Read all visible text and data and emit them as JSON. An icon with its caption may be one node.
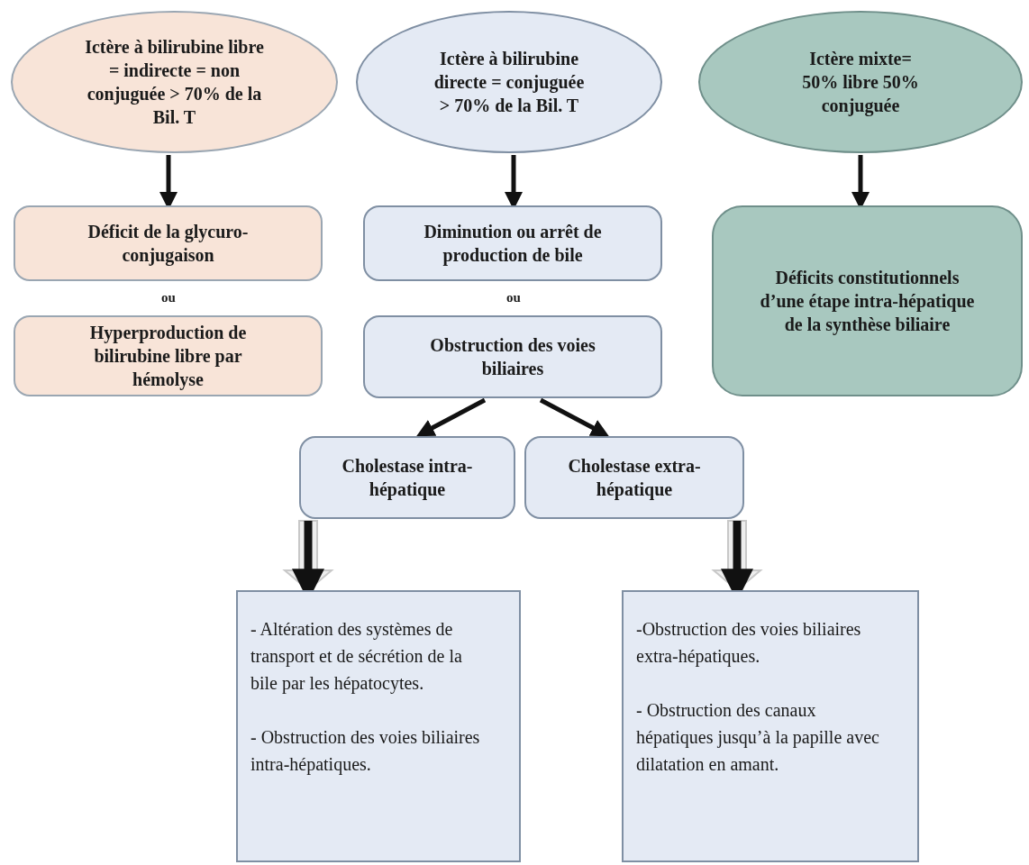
{
  "diagram": {
    "nodes": [
      {
        "text": [
          "Ictère à bilirubine libre = indirecte = non conjuguée > 70% de la Bil. T"
        ]
      },
      {
        "text": [
          "Ictère à bilirubine directe = conjuguée > 70% de la Bil. T"
        ]
      },
      {
        "text": [
          "Ictère mixte= 50% libre 50% conjuguée"
        ]
      },
      {
        "text": [
          "Déficit de la glycuro-conjugaison"
        ]
      },
      {
        "text": [
          "Hyperproduction de bilirubine libre par hémolyse"
        ]
      },
      {
        "text": [
          "Diminution ou arrêt de production de bile"
        ]
      },
      {
        "text": [
          "Obstruction des voies biliaires"
        ]
      },
      {
        "text": [
          "Déficits constitutionnels d’une étape intra-hépatique de la synthèse biliaire"
        ]
      },
      {
        "text": [
          "Cholestase intra-hépatique"
        ]
      },
      {
        "text": [
          "Cholestase extra-hépatique"
        ]
      },
      {
        "text": [
          "- Altération des systèmes de transport et de sécrétion de la bile par les hépatocytes.",
          "- Obstruction des voies biliaires intra-hépatiques."
        ]
      },
      {
        "text": [
          "-Obstruction des voies biliaires extra-hépatiques.",
          "- Obstruction des canaux hépatiques jusqu’à la papille avec dilatation en amant."
        ]
      }
    ],
    "edges": [
      {
        "from": 0,
        "to": 3,
        "arrow": "to"
      },
      {
        "from": 1,
        "to": 5,
        "arrow": "to"
      },
      {
        "from": 2,
        "to": 7,
        "arrow": "to"
      },
      {
        "from": 6,
        "to": 8,
        "arrow": "to"
      },
      {
        "from": 6,
        "to": 9,
        "arrow": "to"
      },
      {
        "from": 8,
        "to": 10,
        "arrow": "to",
        "style": "thick"
      },
      {
        "from": 9,
        "to": 11,
        "arrow": "to",
        "style": "thick"
      }
    ],
    "labels": [
      "ou",
      "ou"
    ]
  }
}
